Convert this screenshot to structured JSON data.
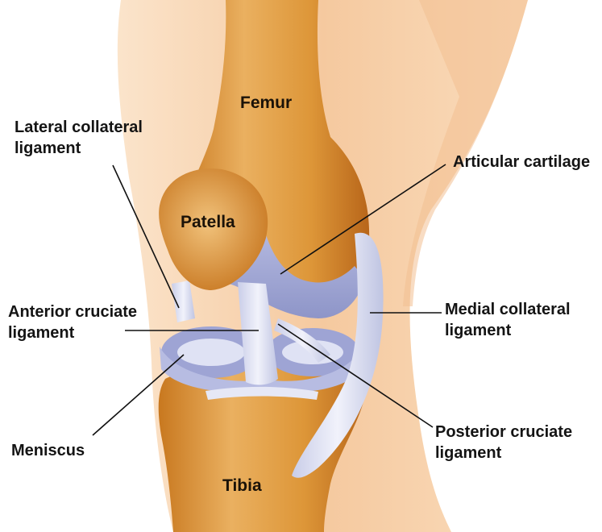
{
  "labels": {
    "femur": "Femur",
    "patella": "Patella",
    "tibia": "Tibia",
    "lateral_collateral": [
      "Lateral collateral",
      "ligament"
    ],
    "articular_cartilage": "Articular cartilage",
    "anterior_cruciate": [
      "Anterior cruciate",
      "ligament"
    ],
    "medial_collateral": [
      "Medial collateral",
      "ligament"
    ],
    "meniscus": "Meniscus",
    "posterior_cruciate": [
      "Posterior cruciate",
      "ligament"
    ]
  },
  "colors": {
    "skin": "#f6cfa6",
    "bone": "#d98c33",
    "bone_light": "#eeb666",
    "cartilage": "#a9aed8",
    "ligament": "#dfe2f2",
    "leader_line": "#111111"
  }
}
